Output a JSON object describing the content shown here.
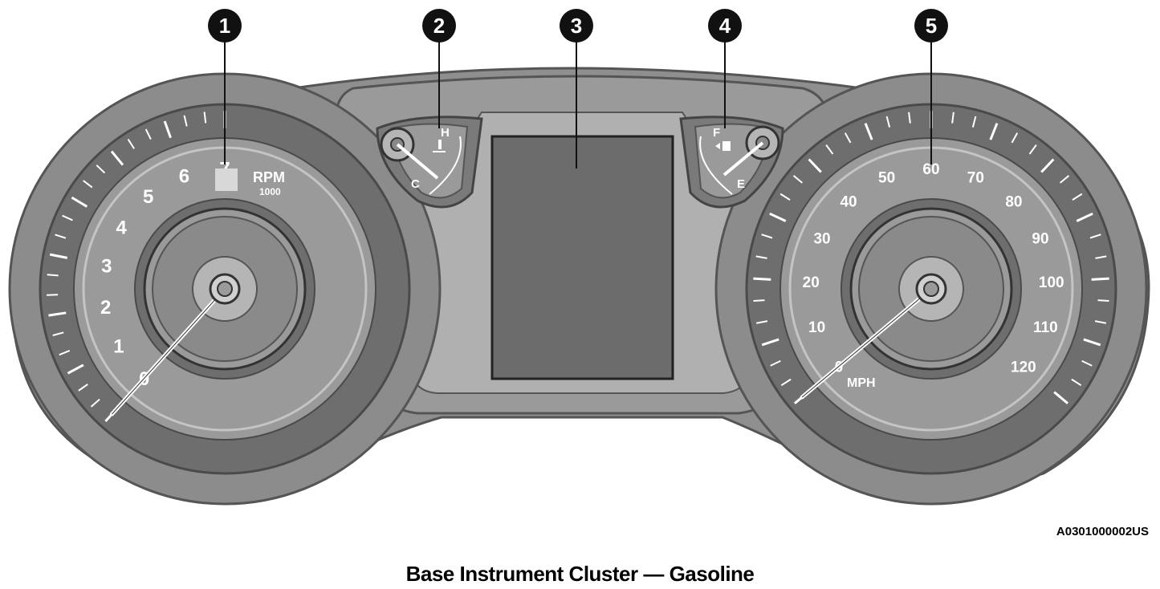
{
  "figure_code": "A0301000002US",
  "caption": "Base Instrument Cluster — Gasoline",
  "callouts": [
    "1",
    "2",
    "3",
    "4",
    "5"
  ],
  "tachometer": {
    "unit": "RPM",
    "multiplier": "1000",
    "labels": [
      "0",
      "1",
      "2",
      "3",
      "4",
      "5",
      "6",
      "7"
    ],
    "needle_value": 0
  },
  "temperature_gauge": {
    "high_label": "H",
    "low_label": "C",
    "icon": "coolant-temperature-icon"
  },
  "fuel_gauge": {
    "full_label": "F",
    "empty_label": "E",
    "icon": "fuel-pump-icon"
  },
  "speedometer": {
    "unit": "MPH",
    "labels": [
      "0",
      "10",
      "20",
      "30",
      "40",
      "50",
      "60",
      "70",
      "80",
      "90",
      "100",
      "110",
      "120"
    ],
    "needle_value": 0
  },
  "colors": {
    "bezel": "#8a8a8a",
    "dial_dark": "#6e6e6e",
    "dial_mid": "#9a9a9a",
    "display": "#6c6c6c",
    "callout": "#111111"
  }
}
